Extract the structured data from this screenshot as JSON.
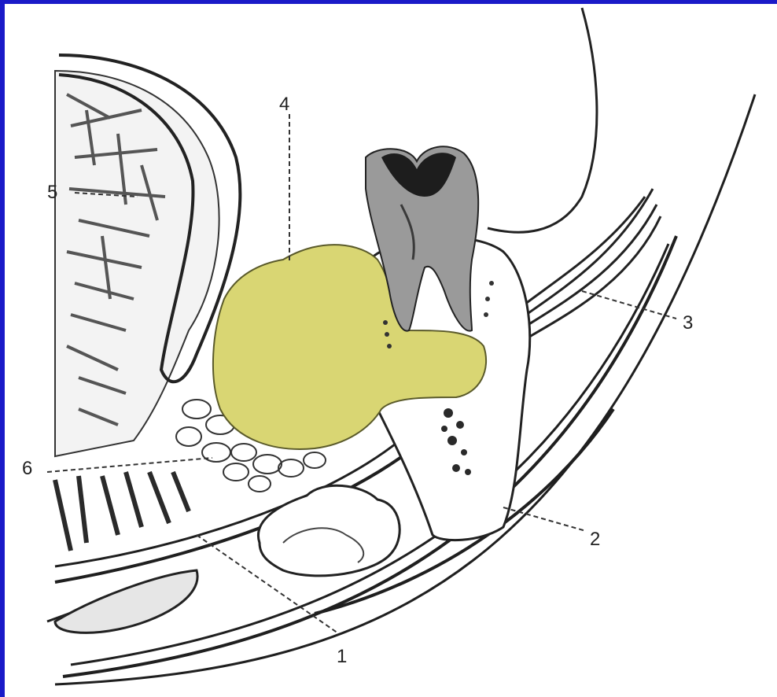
{
  "colors": {
    "frame": "#1a1ac8",
    "cyst": "#d9d673",
    "tooth": "#9a9a9a",
    "tooth_dark": "#1d1d1d",
    "line": "#1f1f1f"
  },
  "callouts": [
    {
      "label": "1"
    },
    {
      "label": "2"
    },
    {
      "label": "3"
    },
    {
      "label": "4"
    },
    {
      "label": "5"
    },
    {
      "label": "6"
    }
  ]
}
